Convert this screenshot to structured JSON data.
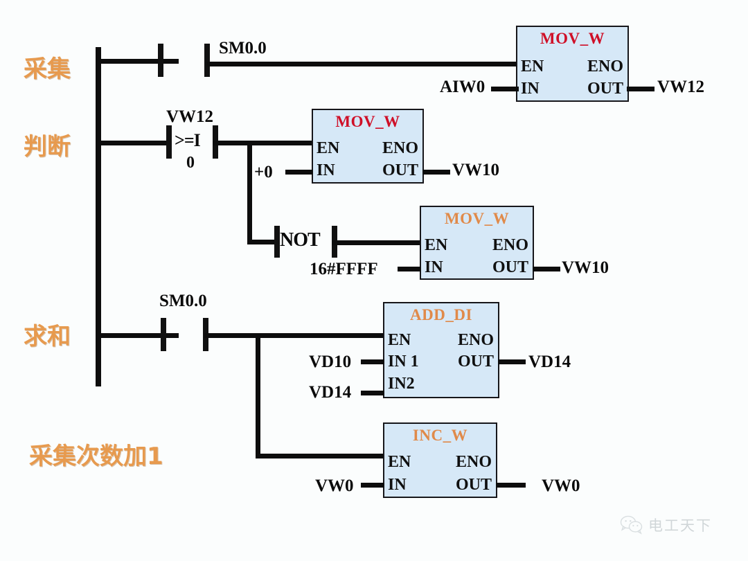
{
  "diagram": {
    "type": "plc-ladder-logic",
    "background_color": "#fbfdfd",
    "wire_color": "#0d0d0d",
    "block_fill": "#d6e8f7",
    "block_border": "#16161a",
    "annotation_color": "#e79a4e"
  },
  "annotations": [
    {
      "id": "rung1",
      "text": "采集"
    },
    {
      "id": "rung2",
      "text": "判断"
    },
    {
      "id": "rung3",
      "text": "求和"
    },
    {
      "id": "rung4",
      "text": "采集次数加1"
    }
  ],
  "rungs": [
    {
      "name": "collect",
      "contacts": [
        {
          "label": "SM0.0",
          "type": "normally-open"
        }
      ],
      "block": {
        "name": "MOV_W",
        "title_color": "#cf1028",
        "pins": {
          "en": "EN",
          "eno": "ENO",
          "in": "IN",
          "out": "OUT"
        },
        "input_operand": "AIW0",
        "output_operand": "VW12"
      }
    },
    {
      "name": "judge",
      "contacts": [
        {
          "label": "VW12",
          "type": "compare",
          "operator": ">=I",
          "compare_value": "0"
        }
      ],
      "branches": [
        {
          "block": {
            "name": "MOV_W",
            "title_color": "#cf1028",
            "pins": {
              "en": "EN",
              "eno": "ENO",
              "in": "IN",
              "out": "OUT"
            },
            "input_operand": "+0",
            "output_operand": "VW10"
          }
        },
        {
          "contact": {
            "label": "NOT",
            "type": "invert"
          },
          "block": {
            "name": "MOV_W",
            "title_color": "#e08a4a",
            "pins": {
              "en": "EN",
              "eno": "ENO",
              "in": "IN",
              "out": "OUT"
            },
            "input_operand": "16#FFFF",
            "output_operand": "VW10"
          }
        }
      ]
    },
    {
      "name": "sum",
      "contacts": [
        {
          "label": "SM0.0",
          "type": "normally-open"
        }
      ],
      "branches": [
        {
          "block": {
            "name": "ADD_DI",
            "title_color": "#e08a4a",
            "pins": {
              "en": "EN",
              "eno": "ENO",
              "in1": "IN 1",
              "in2": "IN2",
              "out": "OUT"
            },
            "input_operand_1": "VD10",
            "input_operand_2": "VD14",
            "output_operand": "VD14"
          }
        },
        {
          "block": {
            "name": "INC_W",
            "title_color": "#e08a4a",
            "pins": {
              "en": "EN",
              "eno": "ENO",
              "in": "IN",
              "out": "OUT"
            },
            "input_operand": "VW0",
            "output_operand": "VW0"
          }
        }
      ]
    }
  ],
  "watermark": {
    "text": "电工天下",
    "icon": "wechat-icon"
  }
}
